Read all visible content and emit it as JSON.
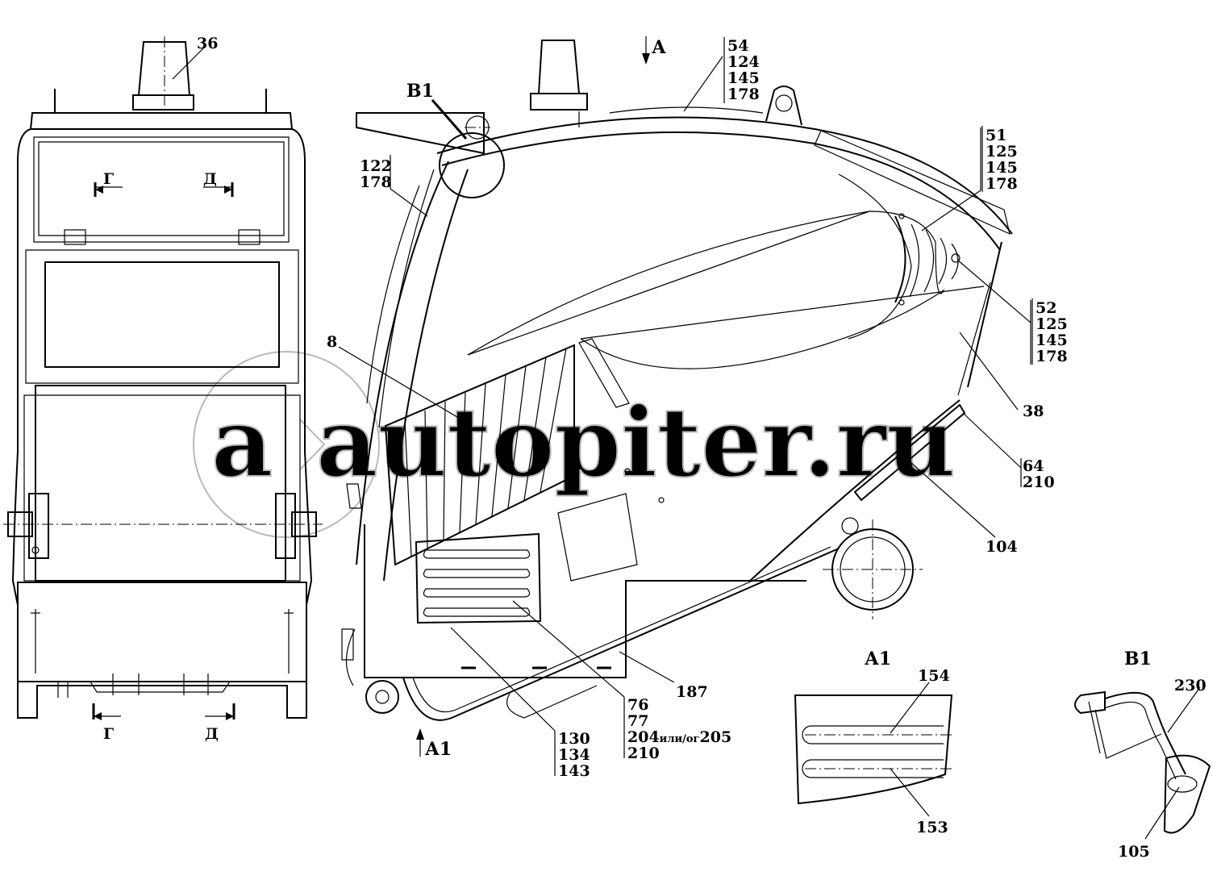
{
  "watermark": {
    "mark": "a",
    "text": "autopiter.ru"
  },
  "views": {
    "a1": "А1",
    "b1": "В1",
    "arrow_a": "А",
    "arrow_a1": "А1",
    "section_g": "Г",
    "section_d": "Д"
  },
  "labels": {
    "p36": "36",
    "p8": "8",
    "p38": "38",
    "p104": "104",
    "p187": "187",
    "p154": "154",
    "p153": "153",
    "p230": "230",
    "p105": "105"
  },
  "groups": {
    "g54": [
      "54",
      "124",
      "145",
      "178"
    ],
    "g122": [
      "122",
      "178"
    ],
    "g51": [
      "51",
      "125",
      "145",
      "178"
    ],
    "g52": [
      "52",
      "125",
      "145",
      "178"
    ],
    "g64": [
      "64",
      "210"
    ],
    "g76": [
      "76",
      "77",
      "204",
      "205",
      "210"
    ],
    "g76_or": "или/ог",
    "g130": [
      "130",
      "134",
      "143"
    ]
  }
}
